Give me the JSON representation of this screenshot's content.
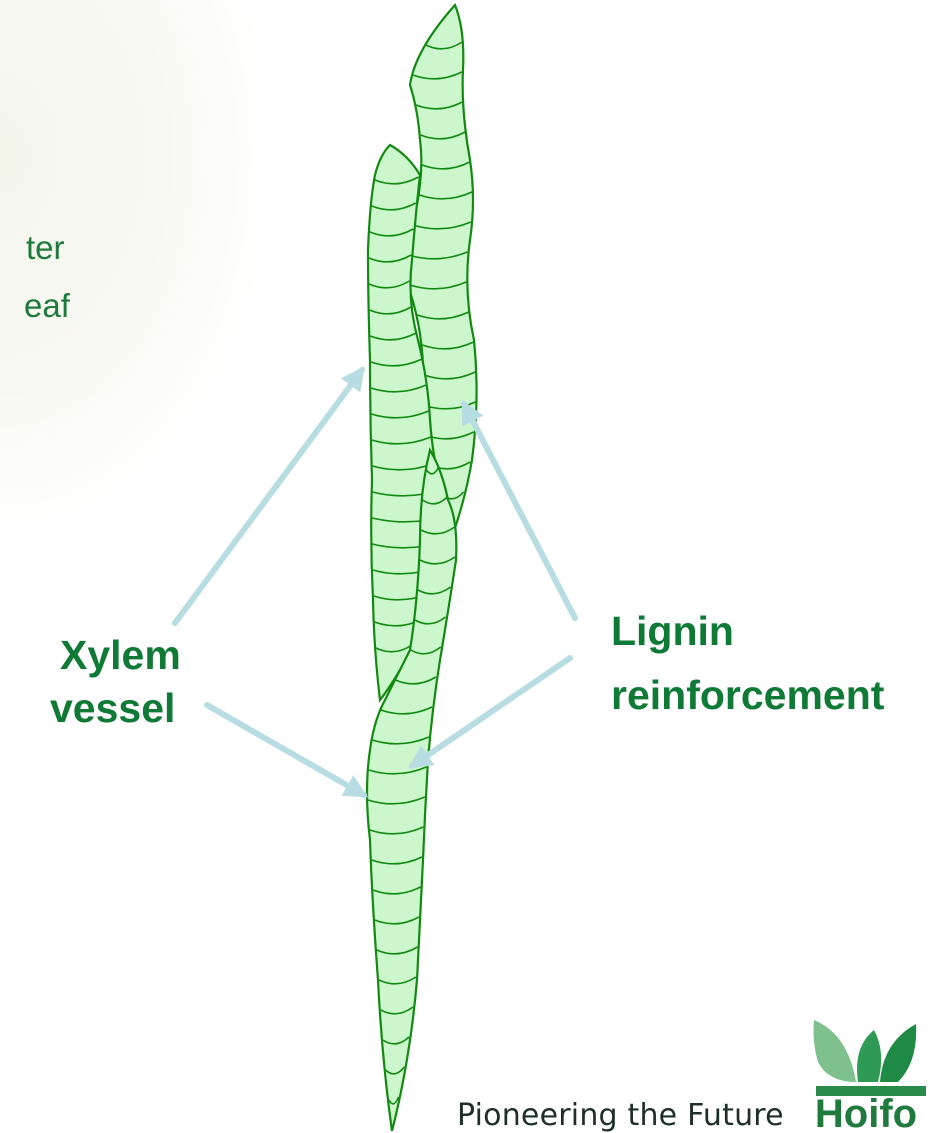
{
  "intro_text": {
    "line1": "ter",
    "line2": "eaf"
  },
  "labels": {
    "xylem": {
      "line1": "Xylem",
      "line2": "vessel"
    },
    "lignin": {
      "line1": "Lignin",
      "line2": "reinforcement"
    }
  },
  "footer": {
    "tagline": "Pioneering the Future",
    "logo_text": "Hoifo"
  },
  "colors": {
    "vessel_fill": "#ccf7cc",
    "vessel_stroke": "#118a11",
    "arrow": "#b7dde2",
    "label_text": "#0f7a36",
    "logo_green_dark": "#2a8a4a",
    "logo_green_light": "#8cc79a"
  }
}
